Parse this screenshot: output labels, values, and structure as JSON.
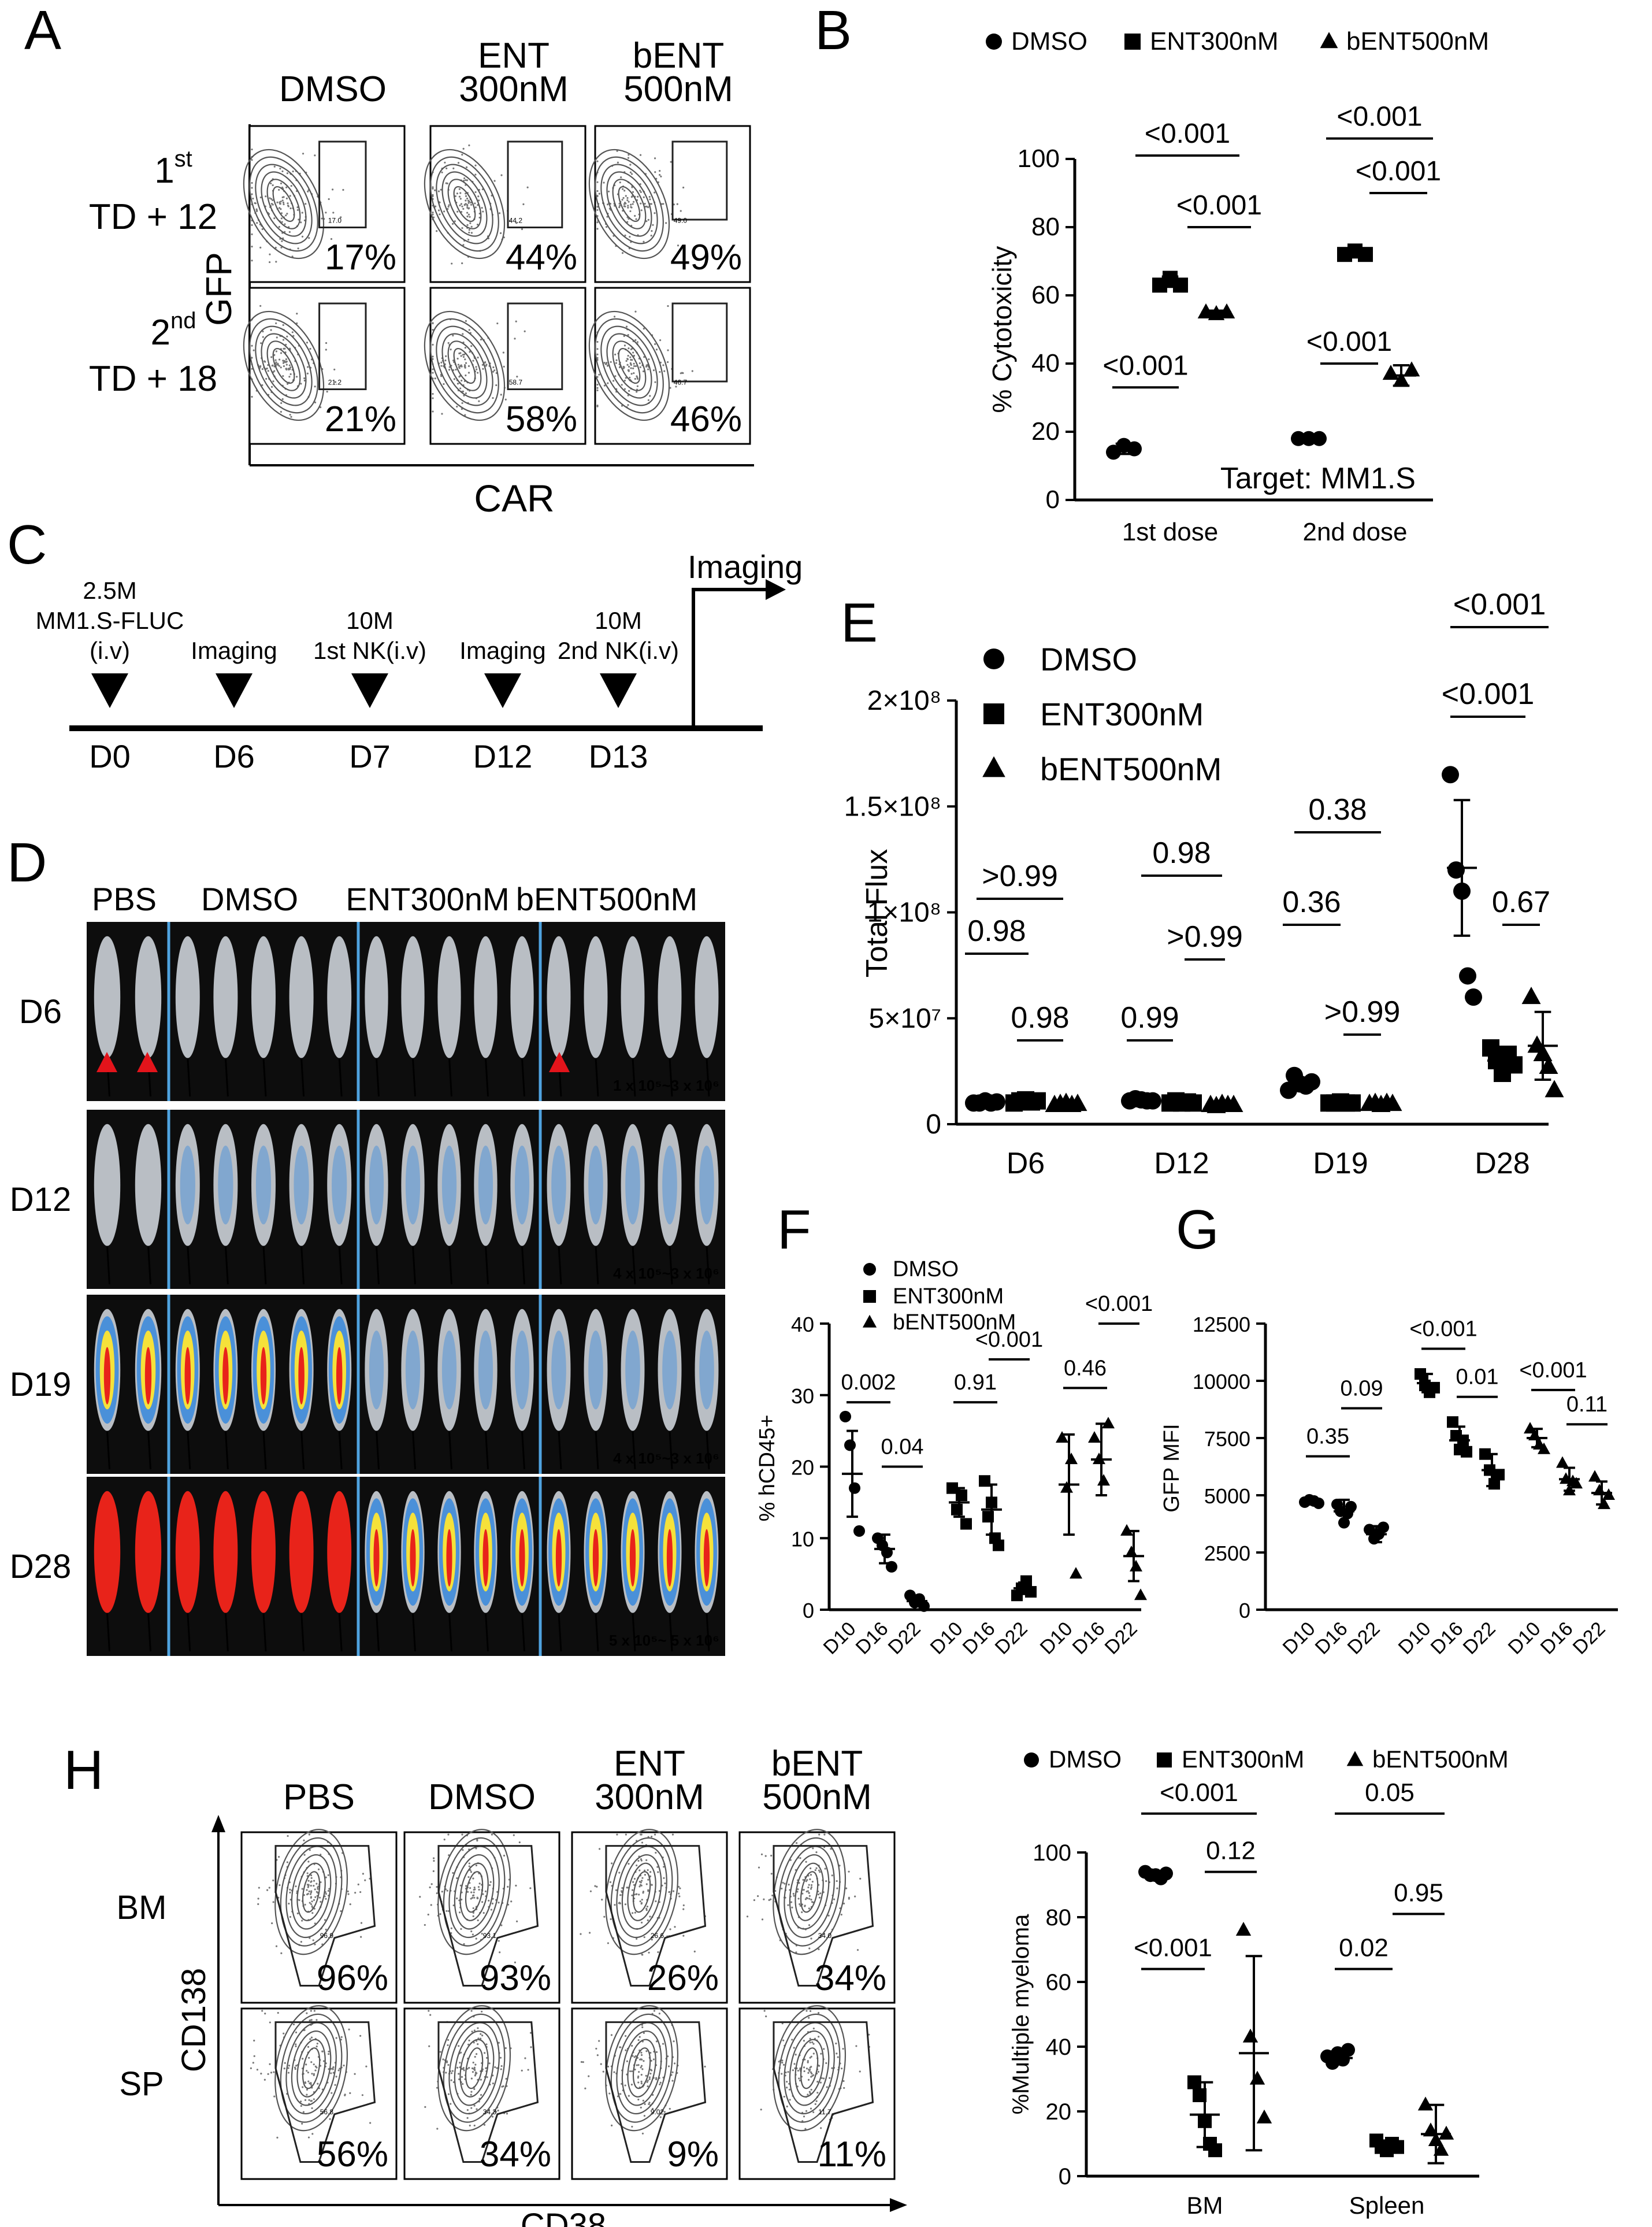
{
  "panels": {
    "A": {
      "label": "A",
      "conditions": [
        "DMSO",
        "ENT\n300nM",
        "bENT\n500nM"
      ],
      "rows": [
        {
          "line1": "1",
          "sup": "st",
          "line2": "TD + 12"
        },
        {
          "line1": "2",
          "sup": "nd",
          "line2": "TD + 18"
        }
      ],
      "ylabel": "GFP",
      "xlabel": "CAR",
      "percents": [
        [
          "17%",
          "44%",
          "49%"
        ],
        [
          "21%",
          "58%",
          "46%"
        ]
      ],
      "gate_values": [
        [
          "17.0",
          "44.2",
          "49.0"
        ],
        [
          "21.2",
          "58.7",
          "46.7"
        ]
      ]
    },
    "B": {
      "label": "B",
      "legend": [
        "DMSO",
        "ENT300nM",
        "bENT500nM"
      ],
      "ylabel": "% Cytotoxicity",
      "annotation": "Target: MM1.S",
      "pvalues": {
        "g1_dmso_ent": "<0.001",
        "g1_dmso_bent": "<0.001",
        "g1_ent_bent": "<0.001",
        "g2_dmso_ent": "<0.001",
        "g2_dmso_bent": "<0.001",
        "g2_ent_bent": "<0.001"
      }
    },
    "C": {
      "label": "C",
      "events": [
        {
          "day": "D0",
          "text": [
            "2.5M",
            "MM1.S-FLUC",
            "(i.v)"
          ]
        },
        {
          "day": "D6",
          "text": [
            "Imaging"
          ]
        },
        {
          "day": "D7",
          "text": [
            "10M",
            "1st NK(i.v)"
          ]
        },
        {
          "day": "D12",
          "text": [
            "Imaging"
          ]
        },
        {
          "day": "D13",
          "text": [
            "10M",
            "2nd NK(i.v)"
          ]
        }
      ],
      "final": "Imaging"
    },
    "D": {
      "label": "D",
      "groups": [
        "PBS",
        "DMSO",
        "ENT300nM",
        "bENT500nM"
      ],
      "days": [
        "D6",
        "D12",
        "D19",
        "D28"
      ],
      "scales": [
        "1 x 10⁵~3 x 10⁶",
        "4 x 10⁵~3 x 10⁶",
        "4 x 10⁵~3 x 10⁶",
        "5 x 10⁵~ 5 x 10⁶"
      ]
    },
    "E": {
      "label": "E",
      "legend": [
        "DMSO",
        "ENT300nM",
        "bENT500nM"
      ],
      "ylabel": "Total Flux",
      "yticks": [
        "0",
        "5×10⁷",
        "1×10⁸",
        "1.5×10⁸",
        "2×10⁸"
      ],
      "pvalues": {
        "D6": [
          ">0.99",
          "0.98",
          "0.98"
        ],
        "D12": [
          "0.98",
          "0.99",
          ">0.99"
        ],
        "D19": [
          "0.38",
          "0.36",
          ">0.99"
        ],
        "D28": [
          "<0.001",
          "<0.001",
          "0.67"
        ]
      }
    },
    "F": {
      "label": "F",
      "legend": [
        "DMSO",
        "ENT300nM",
        "bENT500nM"
      ],
      "ylabel": "% hCD45+",
      "pvalues": [
        [
          "0.002",
          "0.04"
        ],
        [
          "0.91",
          "<0.001"
        ],
        [
          "0.46",
          "<0.001"
        ]
      ]
    },
    "G": {
      "label": "G",
      "ylabel": "GFP MFI",
      "pvalues": [
        [
          "0.35",
          "0.09"
        ],
        [
          "<0.001",
          "0.01"
        ],
        [
          "<0.001",
          "0.11"
        ]
      ]
    },
    "H": {
      "label": "H",
      "conditions": [
        "PBS",
        "DMSO",
        "ENT\n300nM",
        "bENT\n500nM"
      ],
      "rows": [
        "BM",
        "SP"
      ],
      "ylabel": "CD138",
      "xlabel": "CD38",
      "percents": [
        [
          "96%",
          "93%",
          "26%",
          "34%"
        ],
        [
          "56%",
          "34%",
          "9%",
          "11%"
        ]
      ],
      "gate_values": [
        [
          "96.9",
          "93.1",
          "26.6",
          "34.0"
        ],
        [
          "56.8",
          "34.3",
          "9.02",
          "11.7"
        ]
      ],
      "legend": [
        "DMSO",
        "ENT300nM",
        "bENT500nM"
      ],
      "chart_ylabel": "%Multiple myeloma",
      "pvalues": {
        "BM": {
          "dmso_bent": "<0.001",
          "ent_bent": "0.12",
          "dmso_ent": "<0.001"
        },
        "Spleen": {
          "dmso_bent": "0.05",
          "ent_bent": "0.95",
          "dmso_ent": "0.02"
        }
      }
    }
  },
  "chart_data": [
    {
      "id": "B",
      "type": "scatter",
      "categories": [
        "1st dose",
        "2nd dose"
      ],
      "series": [
        {
          "name": "DMSO",
          "marker": "circle",
          "points": [
            [
              14,
              16,
              15
            ],
            [
              18,
              18,
              18
            ]
          ],
          "mean": [
            15,
            18
          ],
          "sd": [
            1.5,
            0.5
          ]
        },
        {
          "name": "ENT300nM",
          "marker": "square",
          "points": [
            [
              63,
              65,
              63
            ],
            [
              72,
              73,
              72
            ]
          ],
          "mean": [
            64,
            72.5
          ],
          "sd": [
            1.5,
            1
          ]
        },
        {
          "name": "bENT500nM",
          "marker": "triangle",
          "points": [
            [
              55,
              54.5,
              55
            ],
            [
              37,
              35,
              38
            ]
          ],
          "mean": [
            55,
            36.5
          ],
          "sd": [
            0.5,
            3
          ]
        }
      ],
      "yticks": [
        0,
        20,
        40,
        60,
        80,
        100
      ],
      "ylim": [
        0,
        100
      ]
    },
    {
      "id": "E",
      "type": "scatter",
      "categories": [
        "D6",
        "D12",
        "D19",
        "D28"
      ],
      "series": [
        {
          "name": "DMSO",
          "marker": "circle",
          "points": [
            [
              10000000.0,
              10000000.0,
              11000000.0,
              10000000.0,
              10500000.0
            ],
            [
              11000000.0,
              12000000.0,
              11500000.0,
              11000000.0,
              11000000.0
            ],
            [
              16000000.0,
              23000000.0,
              19000000.0,
              18000000.0,
              20000000.0
            ],
            [
              165000000.0,
              120000000.0,
              110000000.0,
              70000000.0,
              60000000.0
            ]
          ],
          "mean": [
            10000000.0,
            11000000.0,
            19000000.0,
            121000000.0
          ],
          "sd": [
            1000000.0,
            1000000.0,
            3000000.0,
            32000000.0
          ]
        },
        {
          "name": "ENT300nM",
          "marker": "square",
          "points": [
            [
              10000000.0,
              11000000.0,
              11500000.0,
              10500000.0,
              11000000.0
            ],
            [
              10000000.0,
              11000000.0,
              10000000.0,
              10500000.0,
              10000000.0
            ],
            [
              10000000.0,
              10000000.0,
              10500000.0,
              10000000.0,
              10000000.0
            ],
            [
              36000000.0,
              30000000.0,
              24000000.0,
              33000000.0,
              28000000.0
            ]
          ],
          "mean": [
            10500000.0,
            10000000.0,
            10000000.0,
            30000000.0
          ],
          "sd": [
            1000000.0,
            500000.0,
            500000.0,
            5000000.0
          ]
        },
        {
          "name": "bENT500nM",
          "marker": "triangle",
          "points": [
            [
              9000000.0,
              9500000.0,
              10000000.0,
              9000000.0,
              9500000.0
            ],
            [
              9000000.0,
              8500000.0,
              9500000.0,
              9000000.0,
              9000000.0
            ],
            [
              9500000.0,
              10000000.0,
              9000000.0,
              10000000.0,
              9500000.0
            ],
            [
              60000000.0,
              37000000.0,
              33000000.0,
              27000000.0,
              16000000.0
            ]
          ],
          "mean": [
            9500000.0,
            9000000.0,
            9500000.0,
            37000000.0
          ],
          "sd": [
            500000.0,
            500000.0,
            500000.0,
            16000000.0
          ]
        }
      ],
      "ylim": [
        0,
        200000000.0
      ]
    },
    {
      "id": "F",
      "type": "scatter",
      "groups": [
        "DMSO",
        "ENT300nM",
        "bENT500nM"
      ],
      "xlabels": [
        "D10",
        "D16",
        "D22"
      ],
      "series": [
        {
          "name": "DMSO",
          "marker": "circle",
          "points": [
            [
              27,
              23,
              17,
              11
            ],
            [
              10,
              9,
              8,
              6
            ],
            [
              2,
              1,
              1.5,
              0.5
            ]
          ],
          "mean": [
            19,
            8.5,
            1.2
          ],
          "sd": [
            6,
            2,
            0.6
          ]
        },
        {
          "name": "ENT300nM",
          "marker": "square",
          "points": [
            [
              17,
              14,
              16,
              12
            ],
            [
              18,
              13,
              15,
              10,
              9
            ],
            [
              2,
              3,
              4,
              2.5
            ]
          ],
          "mean": [
            15,
            14,
            3
          ],
          "sd": [
            2,
            3.5,
            0.8
          ]
        },
        {
          "name": "bENT500nM",
          "marker": "triangle",
          "points": [
            [
              24,
              17,
              21,
              5
            ],
            [
              24,
              21,
              18,
              26
            ],
            [
              11,
              8,
              6,
              2
            ]
          ],
          "mean": [
            17.5,
            21,
            7.5
          ],
          "sd": [
            7,
            5,
            3.5
          ]
        }
      ],
      "yticks": [
        0,
        10,
        20,
        30,
        40
      ],
      "ylim": [
        0,
        40
      ]
    },
    {
      "id": "G",
      "type": "scatter",
      "groups": [
        "DMSO",
        "ENT300nM",
        "bENT500nM"
      ],
      "xlabels": [
        "D10",
        "D16",
        "D22"
      ],
      "series": [
        {
          "name": "DMSO",
          "marker": "circle",
          "points": [
            [
              4700,
              4800,
              4750,
              4650
            ],
            [
              4600,
              4300,
              3800,
              4200,
              4500
            ],
            [
              3500,
              3100,
              3300,
              3600
            ]
          ],
          "mean": [
            4700,
            4300,
            3300
          ],
          "sd": [
            100,
            500,
            350
          ]
        },
        {
          "name": "ENT300nM",
          "marker": "square",
          "points": [
            [
              10300,
              9800,
              9500,
              9700
            ],
            [
              8200,
              7600,
              7000,
              7400,
              6900
            ],
            [
              6800,
              6100,
              5500,
              5900
            ]
          ],
          "mean": [
            9900,
            7400,
            6100
          ],
          "sd": [
            400,
            600,
            700
          ]
        },
        {
          "name": "bENT500nM",
          "marker": "triangle",
          "points": [
            [
              7900,
              7600,
              7200,
              7000
            ],
            [
              6400,
              5700,
              5200,
              5600,
              5500
            ],
            [
              5800,
              5200,
              4600,
              5000
            ]
          ],
          "mean": [
            7500,
            5700,
            5100
          ],
          "sd": [
            400,
            500,
            500
          ]
        }
      ],
      "yticks": [
        0,
        2500,
        5000,
        7500,
        10000,
        12500
      ],
      "ylim": [
        0,
        12500
      ]
    },
    {
      "id": "H",
      "type": "scatter",
      "categories": [
        "BM",
        "Spleen"
      ],
      "series": [
        {
          "name": "DMSO",
          "marker": "circle",
          "points": [
            [
              94,
              93,
              93,
              92,
              93.5
            ],
            [
              37,
              35,
              38,
              36,
              39
            ]
          ],
          "mean": [
            93,
            36.5
          ],
          "sd": [
            1,
            2
          ]
        },
        {
          "name": "ENT300nM",
          "marker": "square",
          "points": [
            [
              29,
              25,
              17,
              10,
              8
            ],
            [
              11,
              9,
              8,
              10,
              9
            ]
          ],
          "mean": [
            19,
            9.5
          ],
          "sd": [
            10,
            1.5
          ]
        },
        {
          "name": "bENT500nM",
          "marker": "triangle",
          "points": [
            [
              76,
              43,
              30,
              18
            ],
            [
              22,
              14,
              11,
              8,
              13
            ]
          ],
          "mean": [
            38,
            13
          ],
          "sd": [
            30,
            9
          ]
        }
      ],
      "yticks": [
        0,
        20,
        40,
        60,
        80,
        100
      ],
      "ylim": [
        0,
        100
      ]
    }
  ],
  "scatter_tick_labels": {
    "B": [
      "0",
      "20",
      "40",
      "60",
      "80",
      "100"
    ],
    "F": [
      "0",
      "10",
      "20",
      "30",
      "40"
    ],
    "G": [
      "0",
      "2500",
      "5000",
      "7500",
      "10000",
      "12500"
    ],
    "H": [
      "0",
      "20",
      "40",
      "60",
      "80",
      "100"
    ]
  },
  "colors": {
    "ink": "#000000",
    "contour": "#555555",
    "gate": "#222222",
    "mouse_bg": "#0d0d0d",
    "mouse_fur": "#b9bec4",
    "divider": "#4fa3e0",
    "heat_low": "#4a90d9",
    "heat_mid": "#f5e13a",
    "heat_high": "#e8231a",
    "red_arrow": "#e3141b"
  }
}
